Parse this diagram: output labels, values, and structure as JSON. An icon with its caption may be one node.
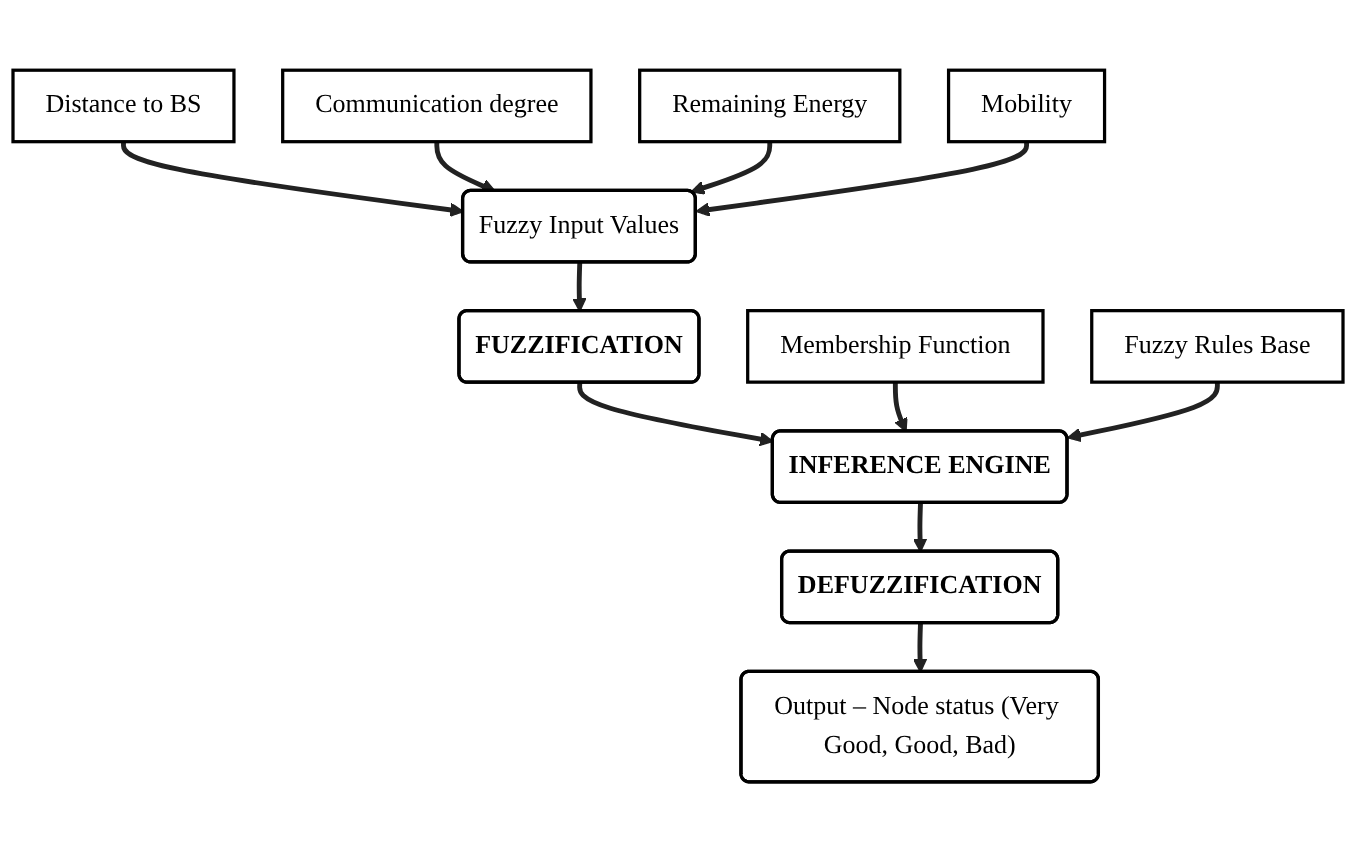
{
  "diagram": {
    "nodes": [
      {
        "text": [
          "Distance to BS"
        ]
      },
      {
        "text": [
          "Communication degree"
        ]
      },
      {
        "text": [
          "Remaining Energy"
        ]
      },
      {
        "text": [
          "Fuzzy Input Values"
        ]
      },
      {
        "text": [
          "Mobility"
        ]
      },
      {
        "text": [
          "FUZZIFICATION"
        ]
      },
      {
        "text": [
          "Membership Function"
        ]
      },
      {
        "text": [
          "INFERENCE ENGINE"
        ]
      },
      {
        "text": [
          "Fuzzy Rules Base"
        ]
      },
      {
        "text": [
          "DEFUZZIFICATION"
        ]
      },
      {
        "text": [
          "Output – Node status (Very Good, Good, Bad)"
        ]
      }
    ],
    "edges": [
      {
        "from": 0,
        "to": 3,
        "arrow": "to"
      },
      {
        "from": 1,
        "to": 3,
        "arrow": "to"
      },
      {
        "from": 2,
        "to": 3,
        "arrow": "to"
      },
      {
        "from": 4,
        "to": 3,
        "arrow": "to"
      },
      {
        "from": 3,
        "to": 5,
        "arrow": "to"
      },
      {
        "from": 5,
        "to": 7,
        "arrow": "to"
      },
      {
        "from": 6,
        "to": 7,
        "arrow": "to"
      },
      {
        "from": 8,
        "to": 7,
        "arrow": "to"
      },
      {
        "from": 7,
        "to": 9,
        "arrow": "to"
      },
      {
        "from": 9,
        "to": 10,
        "arrow": "to"
      }
    ]
  }
}
